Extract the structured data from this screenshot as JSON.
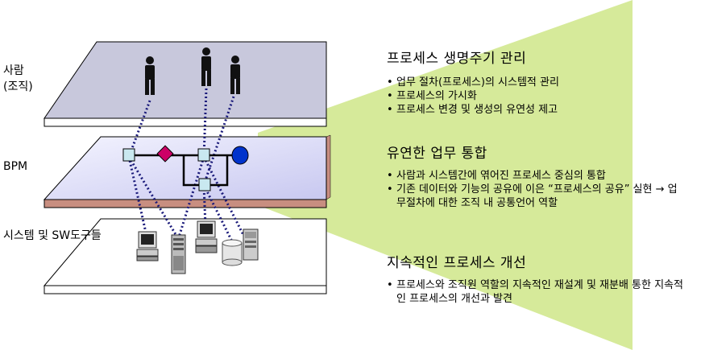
{
  "layers": {
    "people_label": "사람\n(조직)",
    "bpm_label": "BPM",
    "systems_label": "시스템 및 SW도구들"
  },
  "sections": [
    {
      "title": "프로세스 생명주기 관리",
      "bullets": [
        "업무 절차(프로세스)의 시스템적 관리",
        "프로세스의 가시화",
        "프로세스 변경 및 생성의 유연성 제고"
      ]
    },
    {
      "title": "유연한 업무 통합",
      "bullets": [
        "사람과 시스템간에 엮어진 프로세스 중심의 통합",
        "기존 데이터와 기능의 공유에 이은 “프로세스의 공유” 실현 → 업무절차에 대한 조직 내 공통언어 역할"
      ]
    },
    {
      "title": "지속적인 프로세스 개선",
      "bullets": [
        "프로세스와 조직원 역할의 지속적인 재설계 및 재분배 통한 지속적인 프로세스의 개선과 발견"
      ]
    }
  ],
  "colors": {
    "beam": "#d6ea9a",
    "top_plane": "#c8c8dc",
    "bpm_plane": "#e8e8ff",
    "bpm_edge": "#c88e80",
    "task_box": "#c9e8f0",
    "gateway": "#cc0066",
    "end_event": "#0033cc",
    "connector": "#1a1a7a"
  }
}
